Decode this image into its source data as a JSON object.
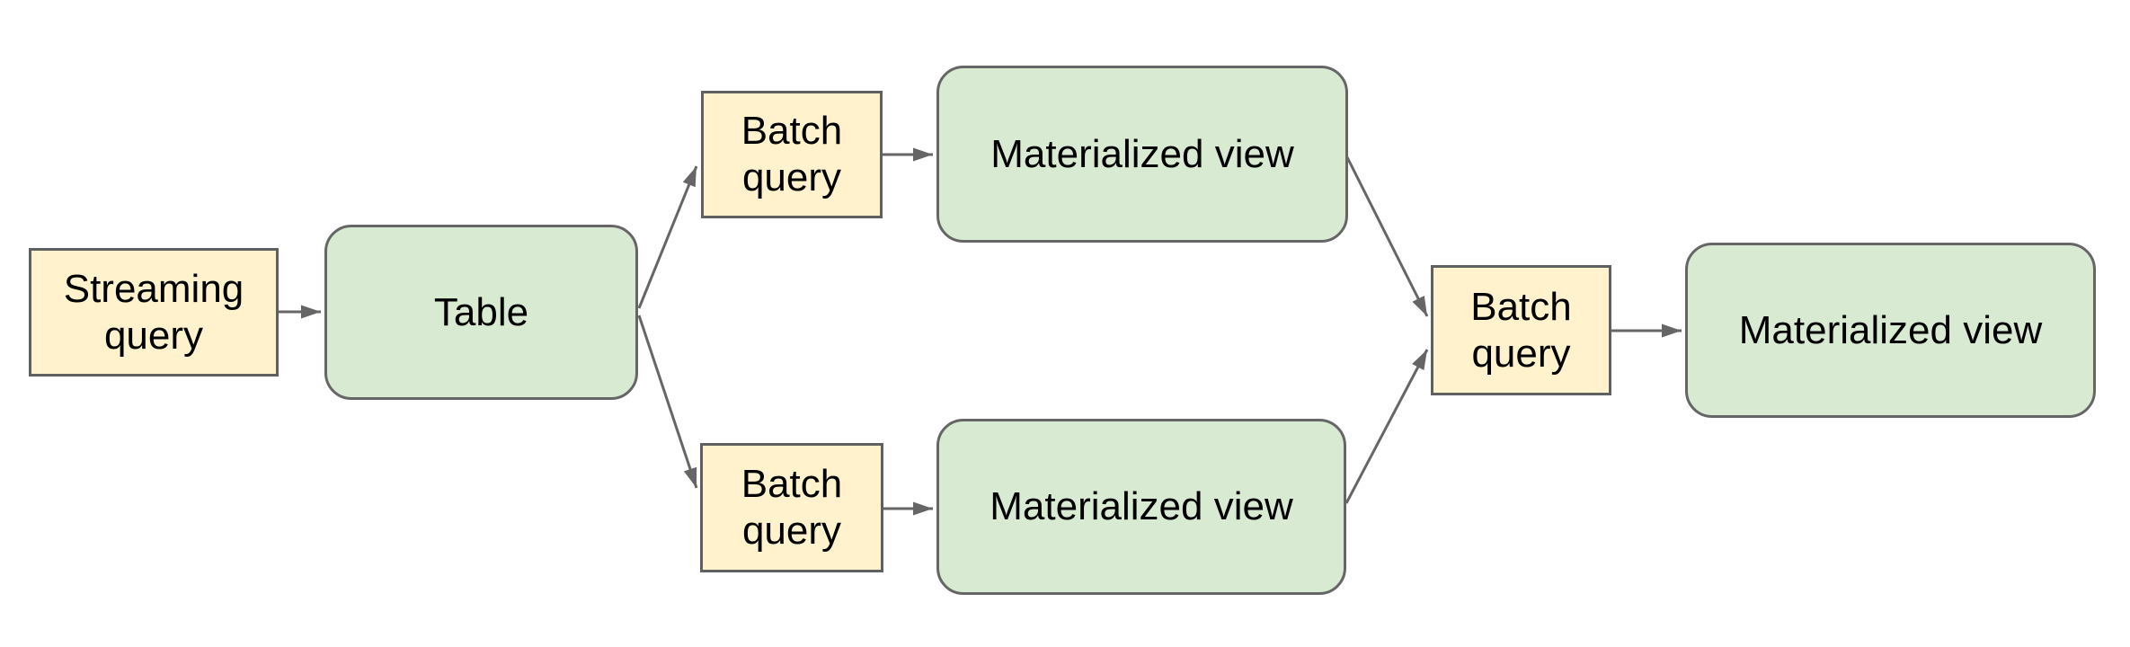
{
  "diagram": {
    "background": "#ffffff",
    "colors": {
      "query_node_fill": "#fff2cc",
      "query_node_border": "#5f6061",
      "view_node_fill": "#d9ead3",
      "view_node_border": "#666666",
      "arrow": "#666666",
      "text": "#000000"
    },
    "nodes": [
      {
        "id": "streaming-query",
        "label": "Streaming query",
        "shape": "rectangle"
      },
      {
        "id": "table",
        "label": "Table",
        "shape": "rounded"
      },
      {
        "id": "batch-query-top",
        "label": "Batch query",
        "shape": "rectangle"
      },
      {
        "id": "materialized-view-top",
        "label": "Materialized view",
        "shape": "rounded"
      },
      {
        "id": "batch-query-bottom",
        "label": "Batch query",
        "shape": "rectangle"
      },
      {
        "id": "materialized-view-bottom",
        "label": "Materialized view",
        "shape": "rounded"
      },
      {
        "id": "batch-query-final",
        "label": "Batch query",
        "shape": "rectangle"
      },
      {
        "id": "materialized-view-final",
        "label": "Materialized view",
        "shape": "rounded"
      }
    ],
    "edges": [
      {
        "from": "streaming-query",
        "to": "table"
      },
      {
        "from": "table",
        "to": "batch-query-top"
      },
      {
        "from": "table",
        "to": "batch-query-bottom"
      },
      {
        "from": "batch-query-top",
        "to": "materialized-view-top"
      },
      {
        "from": "batch-query-bottom",
        "to": "materialized-view-bottom"
      },
      {
        "from": "materialized-view-top",
        "to": "batch-query-final"
      },
      {
        "from": "materialized-view-bottom",
        "to": "batch-query-final"
      },
      {
        "from": "batch-query-final",
        "to": "materialized-view-final"
      }
    ]
  }
}
